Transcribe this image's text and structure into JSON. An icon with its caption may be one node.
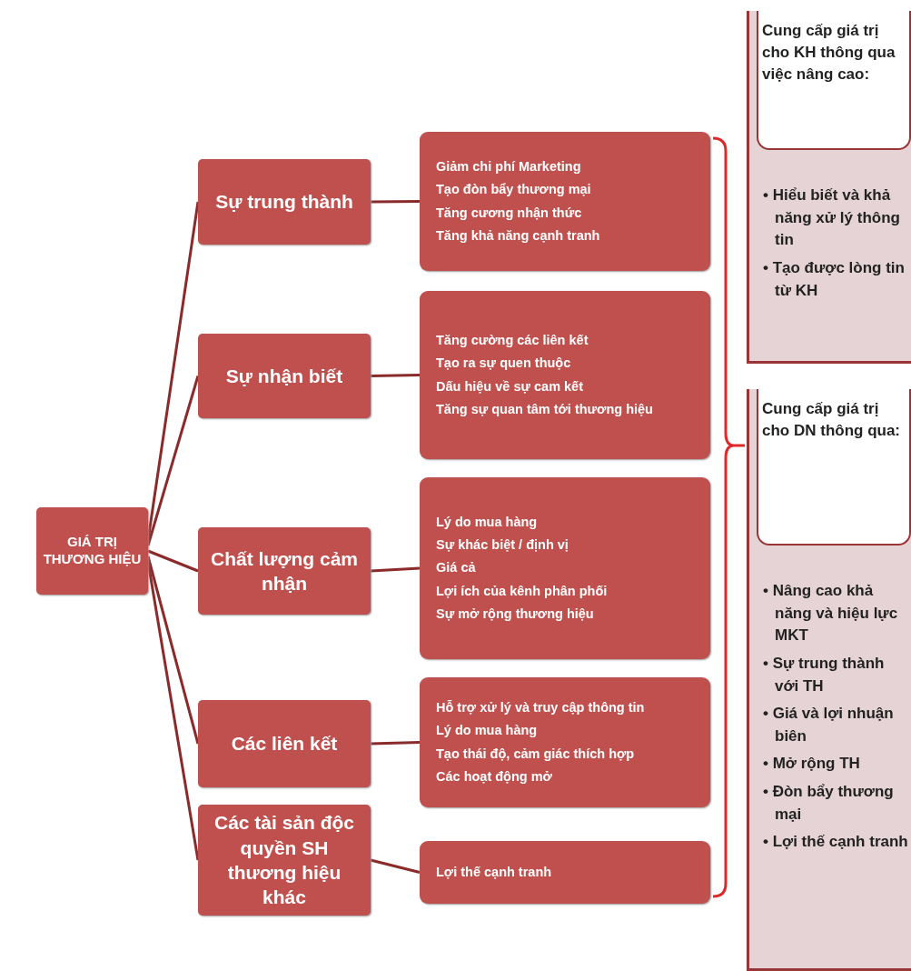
{
  "diagram": {
    "nodes": [
      {
        "text": [
          "GIÁ TRỊ THƯƠNG HIỆU"
        ]
      },
      {
        "text": [
          "Sự trung thành"
        ]
      },
      {
        "text": [
          "Sự nhận biết"
        ]
      },
      {
        "text": [
          "Chất lượng cảm nhận"
        ]
      },
      {
        "text": [
          "Các liên kết"
        ]
      },
      {
        "text": [
          "Các tài sản độc quyền SH thương hiệu khác"
        ]
      },
      {
        "text": [
          "Giảm chi phí Marketing",
          "Tạo đòn bẩy thương mại",
          "Tăng cương nhận thức",
          "Tăng khả năng cạnh tranh"
        ]
      },
      {
        "text": [
          "Tăng cường các liên kết",
          "Tạo ra sự quen thuộc",
          "Dấu hiệu về sự  cam kết",
          "Tăng sự quan tâm tới thương hiệu"
        ]
      },
      {
        "text": [
          "Lý do mua hàng",
          "Sự khác biệt / định vị",
          "Giá cả",
          "Lợi ích của kênh phân phối",
          "Sự mở rộng thương hiệu"
        ]
      },
      {
        "text": [
          "Hỗ trợ xử lý và truy cập thông tin",
          "Lý do mua hàng",
          "Tạo thái độ, cảm giác thích hợp",
          "Các hoạt động mở"
        ]
      },
      {
        "text": [
          "Lợi thế cạnh tranh"
        ]
      },
      {
        "text": [
          "Cung cấp giá trị cho KH thông qua việc nâng cao:",
          "• Hiểu biết và khả năng xử lý thông tin",
          "• Tạo được lòng tin từ KH"
        ]
      },
      {
        "text": [
          "Cung cấp giá trị cho DN thông qua:",
          "• Nâng cao khả năng và hiệu lực MKT",
          "• Sự trung thành với TH",
          "• Giá và lợi nhuận biên",
          "• Mở rộng TH",
          "• Đòn bẩy thương mại",
          "• Lợi thế cạnh tranh"
        ]
      }
    ],
    "edges": [
      {
        "from": 0,
        "to": 1,
        "arrow": "none"
      },
      {
        "from": 0,
        "to": 2,
        "arrow": "none"
      },
      {
        "from": 0,
        "to": 3,
        "arrow": "none"
      },
      {
        "from": 0,
        "to": 4,
        "arrow": "none"
      },
      {
        "from": 0,
        "to": 5,
        "arrow": "none"
      },
      {
        "from": 1,
        "to": 6,
        "arrow": "none"
      },
      {
        "from": 2,
        "to": 7,
        "arrow": "none"
      },
      {
        "from": 3,
        "to": 8,
        "arrow": "none"
      },
      {
        "from": 4,
        "to": 9,
        "arrow": "none"
      },
      {
        "from": 5,
        "to": 10,
        "arrow": "none"
      }
    ]
  }
}
